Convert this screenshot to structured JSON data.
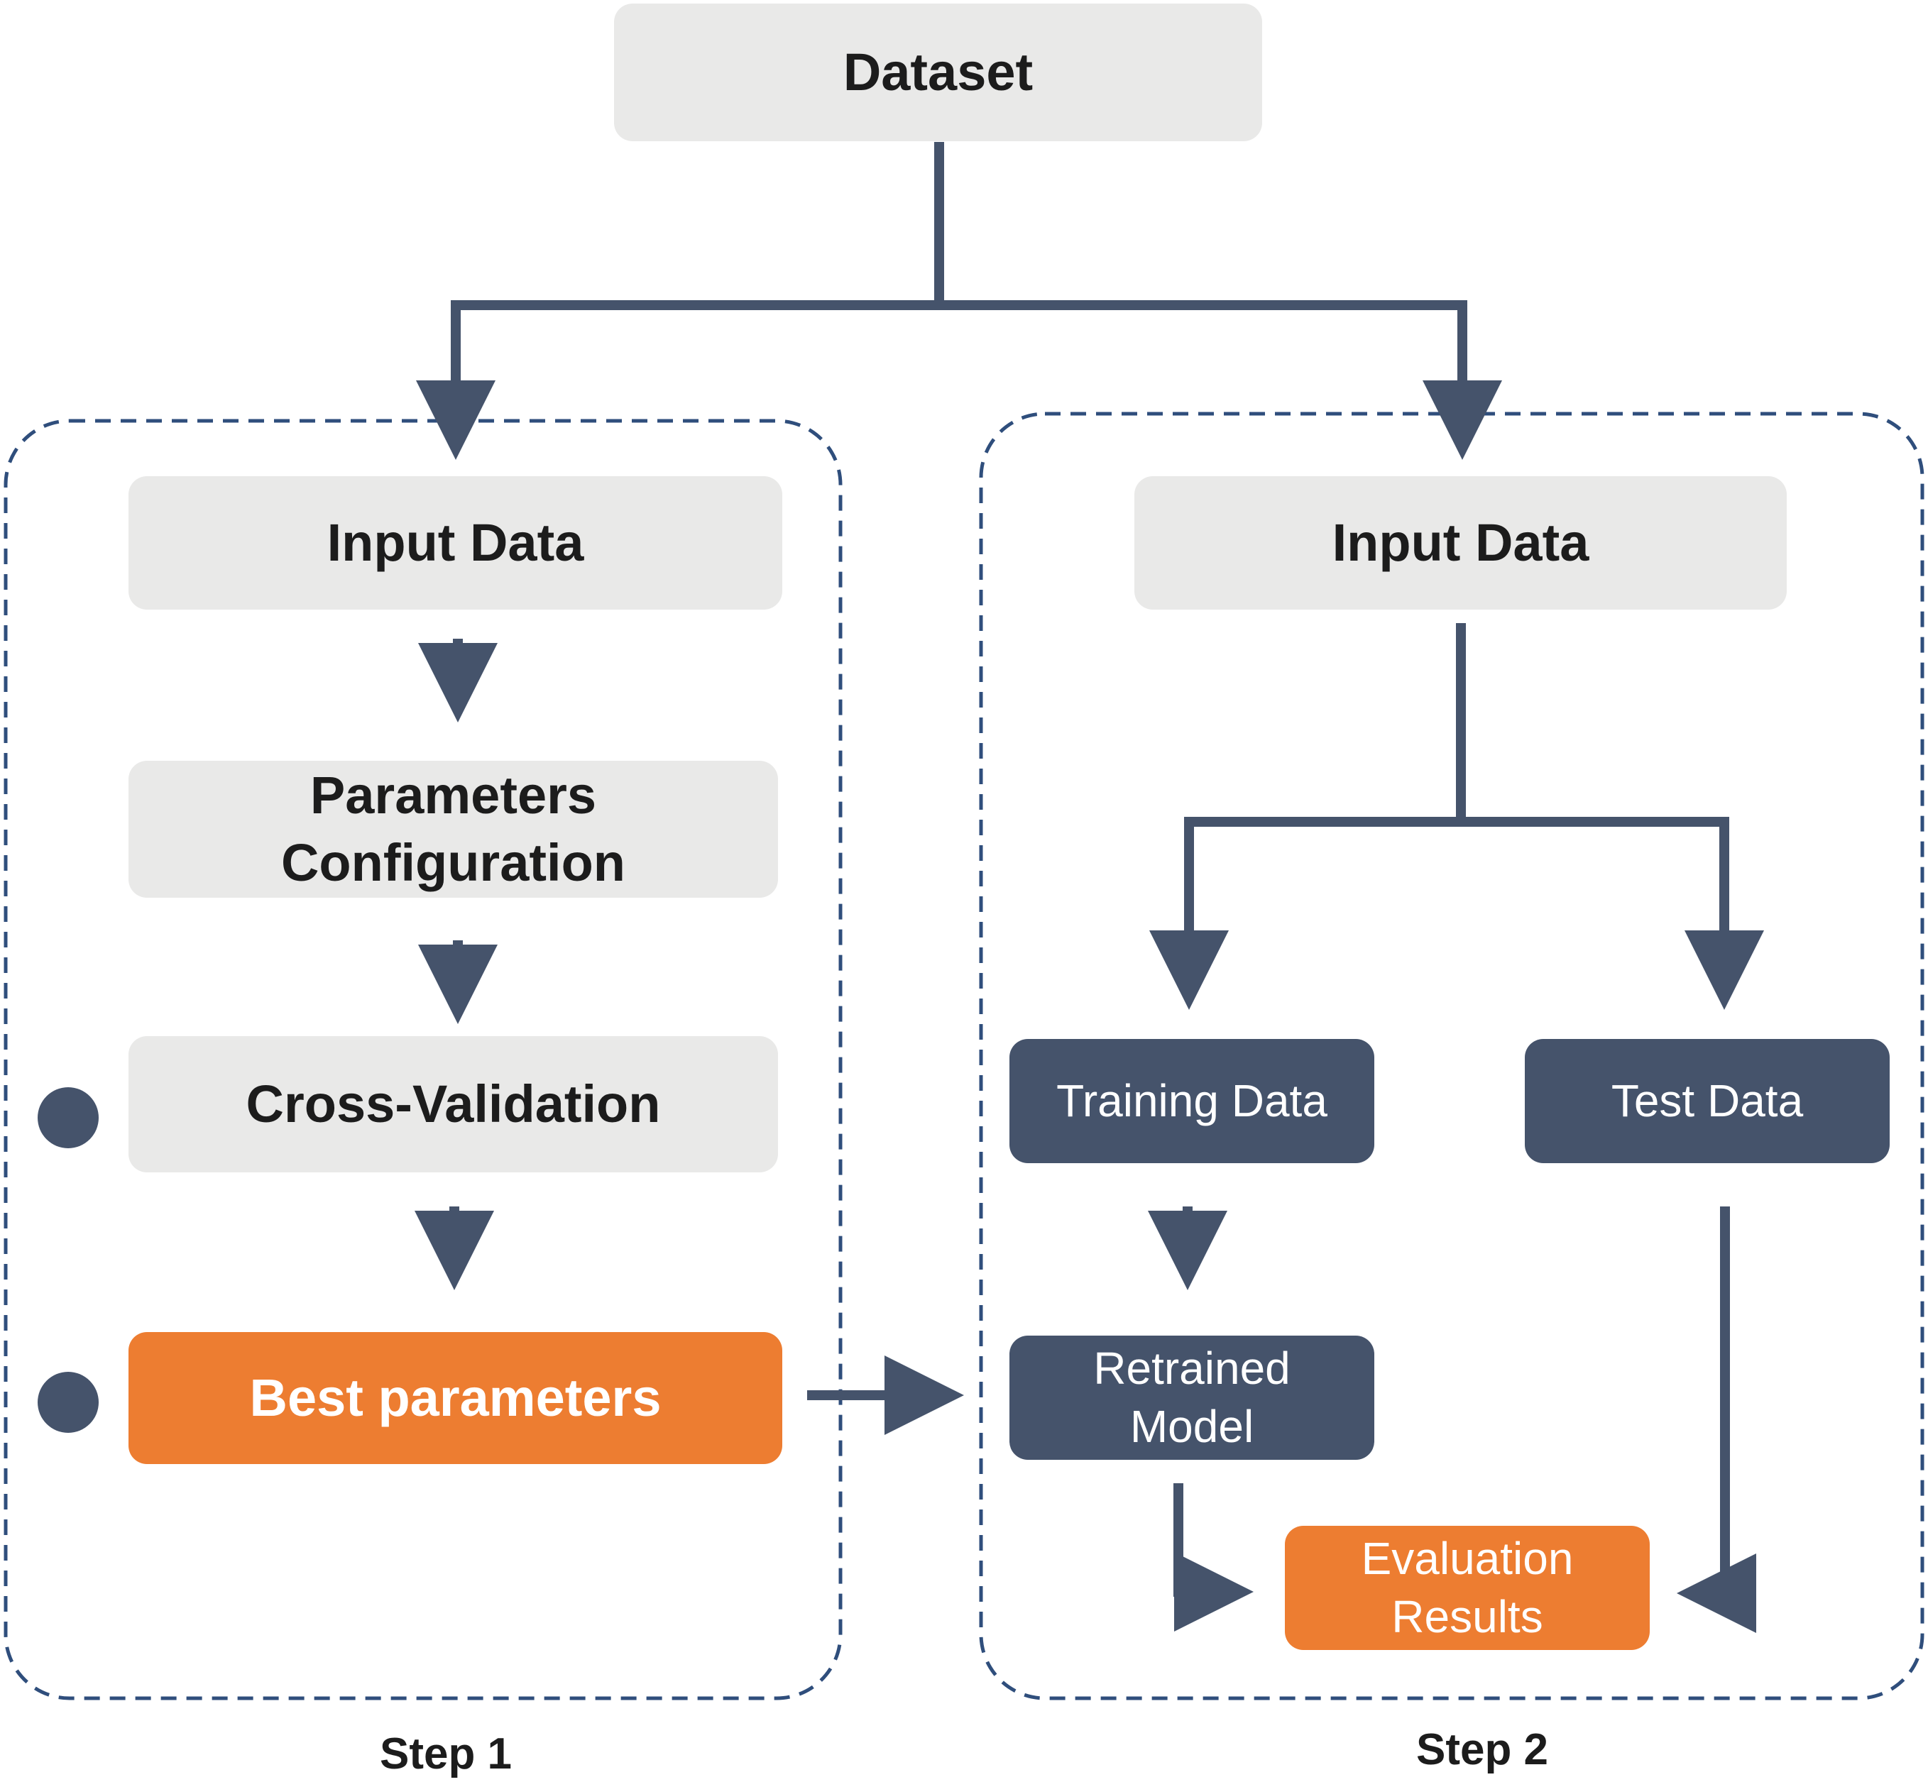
{
  "colors": {
    "node_gray": "#e9e9e8",
    "node_dark": "#45536b",
    "node_orange": "#ed7d31",
    "connector": "#45536b",
    "dashed_border": "#2f4e7c"
  },
  "nodes": {
    "dataset": "Dataset",
    "step1_input": "Input Data",
    "parameters_config": [
      "Parameters",
      "Configuration"
    ],
    "cross_validation": "Cross-Validation",
    "best_parameters": "Best parameters",
    "step2_input": "Input Data",
    "training_data": "Training Data",
    "test_data": "Test Data",
    "retrained_model": [
      "Retrained",
      "Model"
    ],
    "evaluation_results": [
      "Evaluation",
      "Results"
    ]
  },
  "groups": {
    "step1_label": "Step 1",
    "step2_label": "Step 2"
  }
}
